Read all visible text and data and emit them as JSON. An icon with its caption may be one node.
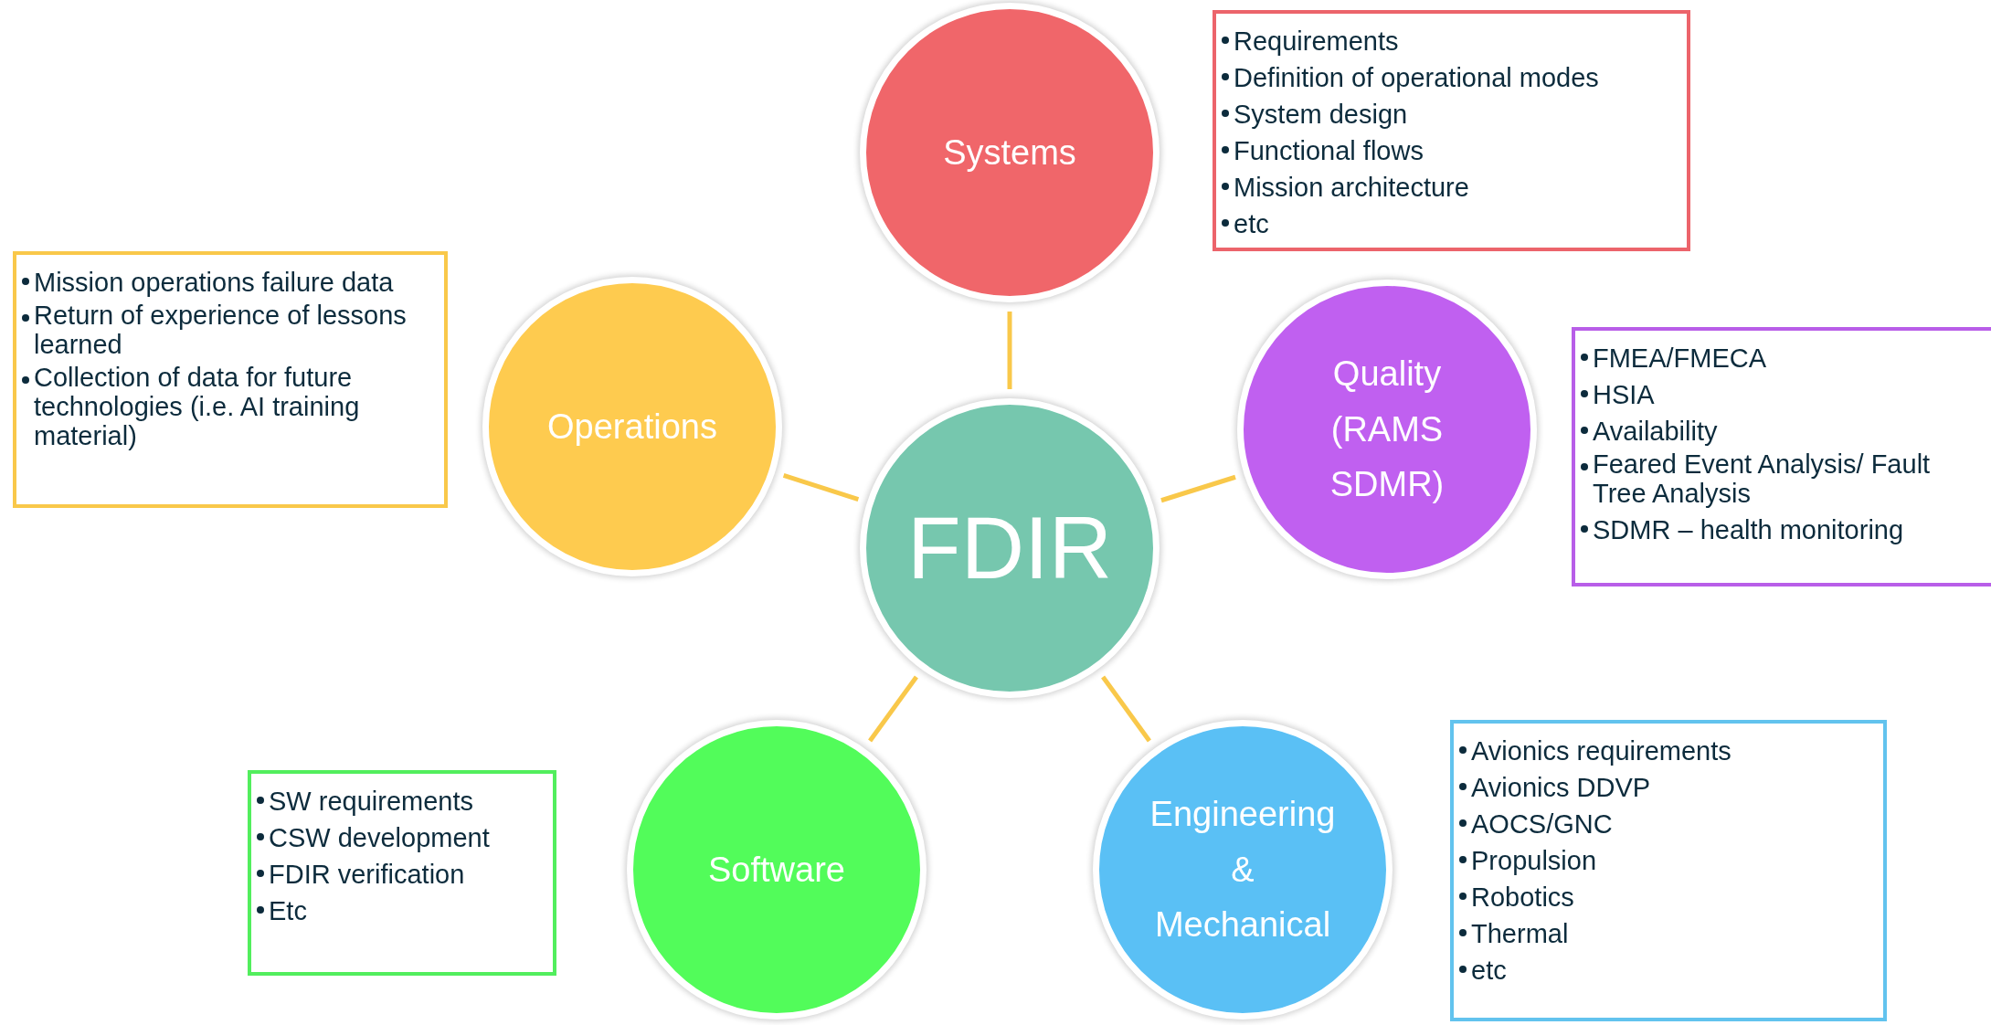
{
  "diagram": {
    "nodes": [
      {
        "text": [
          "Systems"
        ]
      },
      {
        "text": [
          "Requirements",
          "Definition of operational modes",
          "System design",
          "Functional flows",
          "Mission architecture",
          "etc"
        ]
      },
      {
        "text": [
          "Mission operations failure data",
          "Return of experience of lessons learned",
          "Collection of data for future technologies (i.e. AI training material)"
        ]
      },
      {
        "text": [
          "Operations"
        ]
      },
      {
        "text": [
          "FDIR"
        ]
      },
      {
        "text": [
          "Quality (RAMS SDMR)"
        ]
      },
      {
        "text": [
          "FMEA/FMECA",
          "HSIA",
          "Availability",
          "Feared Event Analysis/ Fault Tree Analysis",
          "SDMR – health monitoring"
        ]
      },
      {
        "text": [
          "SW requirements",
          "CSW development",
          "FDIR verification",
          "Etc"
        ]
      },
      {
        "text": [
          "Software"
        ]
      },
      {
        "text": [
          "Engineering & Mechanical"
        ]
      },
      {
        "text": [
          "Avionics requirements",
          "Avionics DDVP",
          "AOCS/GNC",
          "Propulsion",
          "Robotics",
          "Thermal",
          "etc"
        ]
      }
    ],
    "edges": [
      {
        "from": 4,
        "to": 0,
        "arrow": "none"
      },
      {
        "from": 4,
        "to": 3,
        "arrow": "none"
      },
      {
        "from": 4,
        "to": 5,
        "arrow": "none"
      },
      {
        "from": 4,
        "to": 8,
        "arrow": "none"
      },
      {
        "from": 4,
        "to": 9,
        "arrow": "none"
      }
    ]
  }
}
